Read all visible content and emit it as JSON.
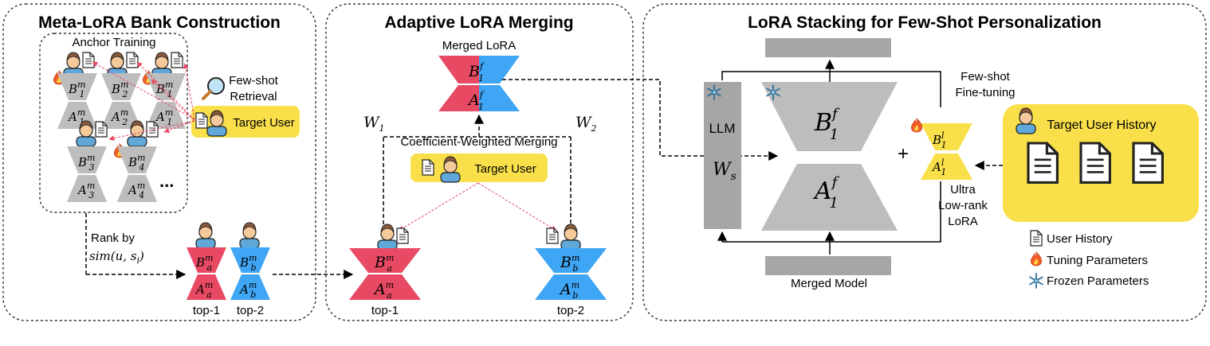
{
  "colors": {
    "red": "#e84a64",
    "blue": "#3fa5f5",
    "gray": "#bdbdbd",
    "darkgray": "#a6a6a6",
    "yellow": "#f9e04b",
    "border": "#333333",
    "arrow_red": "#e84a64"
  },
  "panel1": {
    "title": "Meta-LoRA Bank Construction",
    "anchor_training": "Anchor Training",
    "few_shot_retrieval_1": "Few-shot",
    "few_shot_retrieval_2": "Retrieval",
    "target_user": "Target User",
    "ellipsis": "...",
    "rank_by": "Rank by",
    "sim": "sim(u, s",
    "sim_sub": "i",
    "sim_close": ")",
    "top1": "top-1",
    "top2": "top-2",
    "bank": [
      {
        "b": "B",
        "b_sub": "1",
        "a": "A",
        "a_sub": "1"
      },
      {
        "b": "B",
        "b_sub": "2",
        "a": "A",
        "a_sub": "2"
      },
      {
        "b": "B",
        "b_sub": "1",
        "a": "A",
        "a_sub": "1"
      },
      {
        "b": "B",
        "b_sub": "3",
        "a": "A",
        "a_sub": "3"
      },
      {
        "b": "B",
        "b_sub": "4",
        "a": "A",
        "a_sub": "4"
      }
    ],
    "sup_m": "m",
    "top_a_b": "B",
    "top_a_b_sub": "a",
    "top_a_a": "A",
    "top_a_a_sub": "a",
    "top_b_b": "B",
    "top_b_b_sub": "b",
    "top_b_a": "A",
    "top_b_a_sub": "b"
  },
  "panel2": {
    "title": "Adaptive LoRA Merging",
    "merged_lora": "Merged LoRA",
    "merged_b": "B",
    "merged_b_sup": "f",
    "merged_b_sub": "1",
    "merged_a": "A",
    "merged_a_sup": "f",
    "merged_a_sub": "1",
    "w1": "W",
    "w1_sub": "1",
    "w2": "W",
    "w2_sub": "2",
    "coef_weighted": "Coefficient-Weighted Merging",
    "target_user": "Target User",
    "top1": "top-1",
    "top2": "top-2",
    "sup_m": "m",
    "left_b": "B",
    "left_b_sub": "a",
    "left_a": "A",
    "left_a_sub": "a",
    "right_b": "B",
    "right_b_sub": "b",
    "right_a": "A",
    "right_a_sub": "b"
  },
  "panel3": {
    "title": "LoRA Stacking for Few-Shot Personalization",
    "llm": "LLM",
    "ws": "W",
    "ws_sub": "s",
    "big_b": "B",
    "big_b_sup": "f",
    "big_b_sub": "1",
    "big_a": "A",
    "big_a_sup": "f",
    "big_a_sub": "1",
    "merged_model": "Merged Model",
    "few_shot_ft_1": "Few-shot",
    "few_shot_ft_2": "Fine-tuning",
    "small_b": "B",
    "small_b_sup": "l",
    "small_b_sub": "1",
    "small_a": "A",
    "small_a_sup": "l",
    "small_a_sub": "1",
    "plus": "+",
    "ultra_1": "Ultra",
    "ultra_2": "Low-rank",
    "ultra_3": "LoRA",
    "target_user_history": "Target User History",
    "legend": {
      "user_history": "User History",
      "tuning": "Tuning Parameters",
      "frozen": "Frozen Parameters"
    }
  }
}
